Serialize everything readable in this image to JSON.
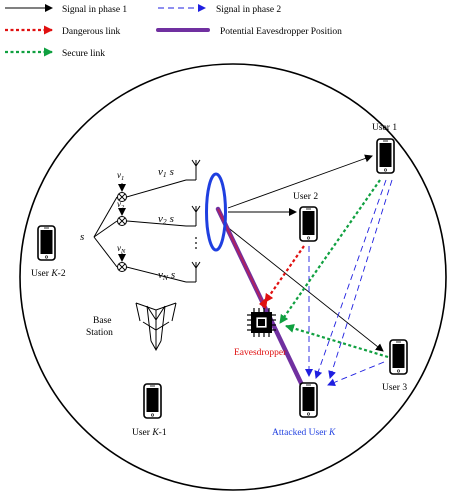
{
  "legend": {
    "phase1": "Signal in phase 1",
    "phase2": "Signal in phase 2",
    "dangerous": "Dangerous link",
    "eavesdropper_pos": "Potential Eavesdropper Position",
    "secure": "Secure link"
  },
  "base_station": {
    "label_line1": "Base",
    "label_line2": "Station",
    "symbol": "s",
    "weights": [
      "v",
      "v",
      "v"
    ],
    "weight_subs": [
      "1",
      "2",
      "N"
    ],
    "branch_labels": [
      {
        "v": "v",
        "sub": "1",
        "s": "s"
      },
      {
        "v": "v",
        "sub": "2",
        "s": "s"
      },
      {
        "v": "v",
        "sub": "N",
        "s": "s"
      }
    ]
  },
  "users": {
    "user1": "User 1",
    "user2": "User 2",
    "user3": "User 3",
    "userK2_prefix": "User ",
    "userK2_var": "K",
    "userK2_suffix": "-2",
    "userK1_prefix": "User ",
    "userK1_var": "K",
    "userK1_suffix": "-1",
    "attacked_prefix": "Attacked User ",
    "attacked_var": "K"
  },
  "eavesdropper": "Eavesdropper",
  "colors": {
    "phase1": "#000000",
    "phase2": "#1f1fe0",
    "dangerous": "#e01010",
    "secure": "#10a040",
    "eavesdropper_path": "#7030a0",
    "beam": "#1f3fe0",
    "attacked_label": "#1f3fe0",
    "eavesdropper_label": "#e01010"
  }
}
